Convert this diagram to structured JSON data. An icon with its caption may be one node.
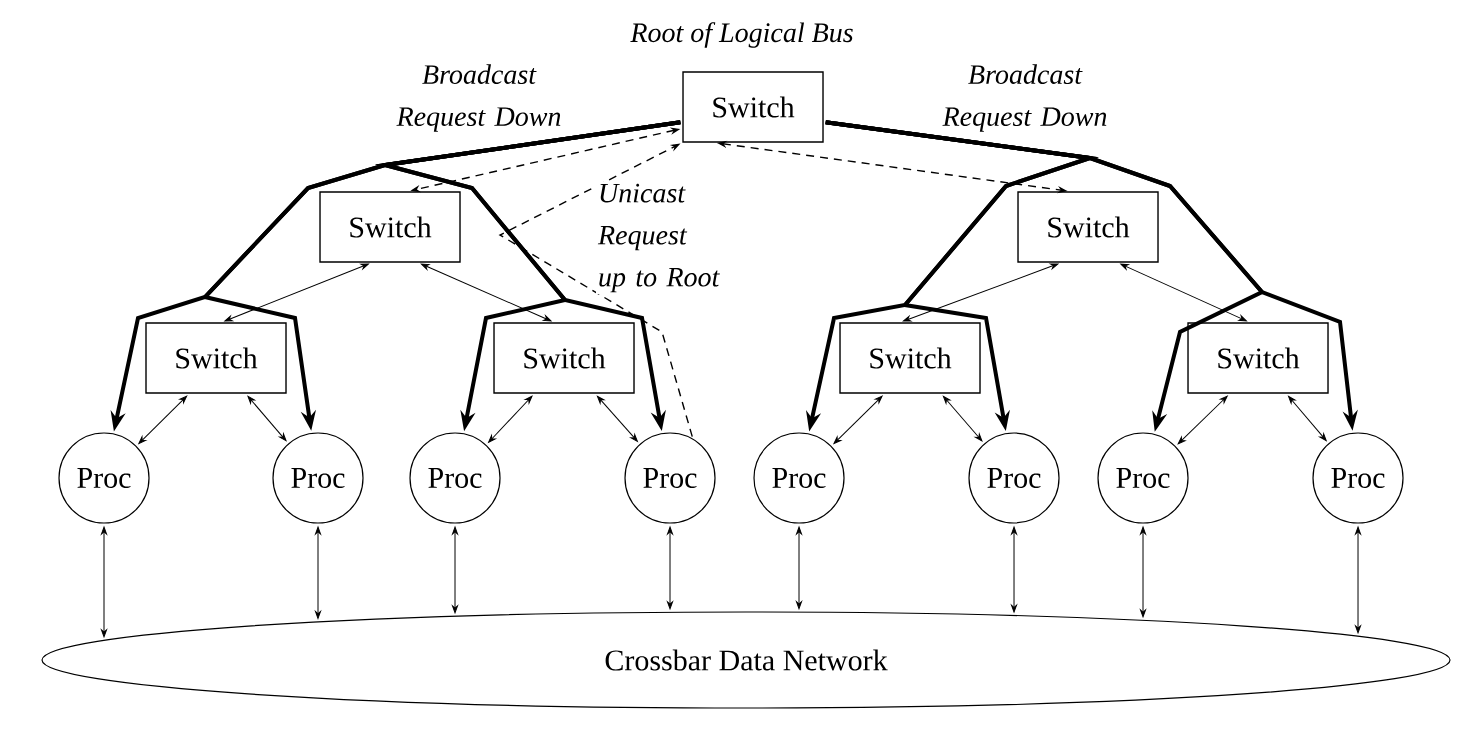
{
  "diagram": {
    "nodes": [
      {
        "text": [
          "Switch"
        ],
        "beside": [
          "Root of Logical Bus"
        ]
      },
      {
        "text": [
          "Switch"
        ]
      },
      {
        "text": [
          "Switch"
        ]
      },
      {
        "text": [
          "Switch"
        ]
      },
      {
        "text": [
          "Switch"
        ]
      },
      {
        "text": [
          "Switch"
        ]
      },
      {
        "text": [
          "Switch"
        ]
      },
      {
        "text": [
          "Proc"
        ]
      },
      {
        "text": [
          "Proc"
        ]
      },
      {
        "text": [
          "Proc"
        ]
      },
      {
        "text": [
          "Proc"
        ]
      },
      {
        "text": [
          "Proc"
        ]
      },
      {
        "text": [
          "Proc"
        ]
      },
      {
        "text": [
          "Proc"
        ]
      },
      {
        "text": [
          "Proc"
        ]
      },
      {
        "text": [
          "Crossbar Data Network"
        ]
      }
    ],
    "edges": [
      {
        "from": 0,
        "to": 1,
        "arrow": "both",
        "style": "dashed"
      },
      {
        "from": 0,
        "to": 2,
        "arrow": "both",
        "style": "dashed"
      },
      {
        "from": 1,
        "to": 3,
        "arrow": "both"
      },
      {
        "from": 1,
        "to": 4,
        "arrow": "both"
      },
      {
        "from": 2,
        "to": 5,
        "arrow": "both"
      },
      {
        "from": 2,
        "to": 6,
        "arrow": "both"
      },
      {
        "from": 3,
        "to": 7,
        "arrow": "both"
      },
      {
        "from": 3,
        "to": 8,
        "arrow": "both"
      },
      {
        "from": 4,
        "to": 9,
        "arrow": "both"
      },
      {
        "from": 4,
        "to": 10,
        "arrow": "both"
      },
      {
        "from": 5,
        "to": 11,
        "arrow": "both"
      },
      {
        "from": 5,
        "to": 12,
        "arrow": "both"
      },
      {
        "from": 6,
        "to": 13,
        "arrow": "both"
      },
      {
        "from": 6,
        "to": 14,
        "arrow": "both"
      },
      {
        "from": 7,
        "to": 15,
        "arrow": "both"
      },
      {
        "from": 8,
        "to": 15,
        "arrow": "both"
      },
      {
        "from": 9,
        "to": 15,
        "arrow": "both"
      },
      {
        "from": 10,
        "to": 15,
        "arrow": "both"
      },
      {
        "from": 11,
        "to": 15,
        "arrow": "both"
      },
      {
        "from": 12,
        "to": 15,
        "arrow": "both"
      },
      {
        "from": 13,
        "to": 15,
        "arrow": "both"
      },
      {
        "from": 14,
        "to": 15,
        "arrow": "both"
      },
      {
        "from": 0,
        "to": 7,
        "arrow": "to",
        "style": "thick"
      },
      {
        "from": 0,
        "to": 8,
        "arrow": "to",
        "style": "thick"
      },
      {
        "from": 0,
        "to": 9,
        "arrow": "to",
        "style": "thick"
      },
      {
        "from": 0,
        "to": 10,
        "arrow": "to",
        "style": "thick"
      },
      {
        "from": 0,
        "to": 11,
        "arrow": "to",
        "style": "thick"
      },
      {
        "from": 0,
        "to": 12,
        "arrow": "to",
        "style": "thick"
      },
      {
        "from": 0,
        "to": 13,
        "arrow": "to",
        "style": "thick"
      },
      {
        "from": 0,
        "to": 14,
        "arrow": "to",
        "style": "thick"
      },
      {
        "from": 10,
        "to": 0,
        "arrow": "to",
        "style": "dashed",
        "label": "Unicast Request up to Root"
      }
    ],
    "labels": [
      "Broadcast Request Down",
      "Broadcast Request Down"
    ]
  }
}
